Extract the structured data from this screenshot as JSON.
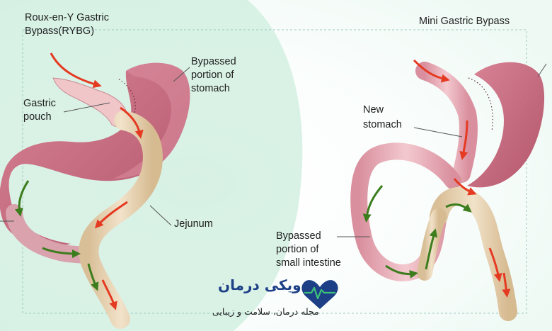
{
  "diagram": {
    "left_title_line1": "Roux-en-Y Gastric",
    "left_title_line2": "Bypass(RYBG)",
    "right_title": "Mini Gastric Bypass",
    "labels": {
      "bypassed_stomach_1": "Bypassed",
      "bypassed_stomach_2": "portion of",
      "bypassed_stomach_3": "stomach",
      "gastric_pouch_1": "Gastric",
      "gastric_pouch_2": "pouch",
      "jejunum": "Jejunum",
      "new_stomach_1": "New",
      "new_stomach_2": "stomach",
      "bypassed_intestine_1": "Bypassed",
      "bypassed_intestine_2": "portion of",
      "bypassed_intestine_3": "small intestine"
    }
  },
  "watermark": {
    "brand": "ویکی درمان",
    "tagline": "مجله درمان، سلامت و زیبایی",
    "brand_color": "#1d3f86",
    "heart_color": "#1d3f86",
    "pulse_color": "#3ec27a"
  },
  "colors": {
    "background_left": "#d9f1e6",
    "stomach": "#c86b80",
    "stomach_light": "#e2a0ad",
    "intestine": "#e7d3b3",
    "pouch": "#efc8c8",
    "red_arrow": "#e53a22",
    "green_arrow": "#3c7d1e"
  }
}
